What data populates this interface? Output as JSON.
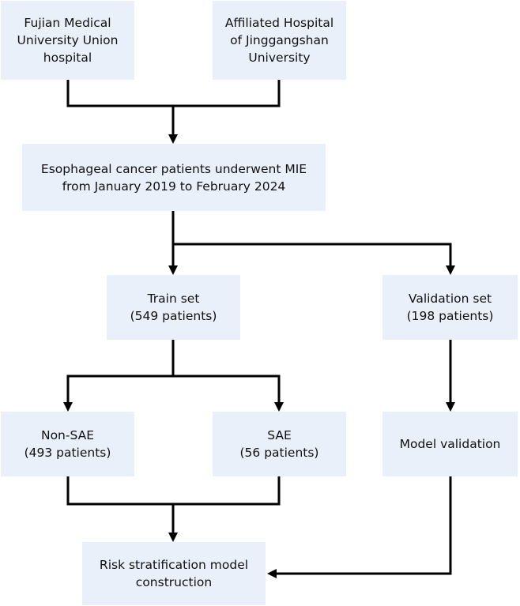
{
  "boxes": {
    "fujian": "Fujian Medical\nUniversity Union\nhospital",
    "jinggangshan": "Affiliated Hospital\nof Jinggangshan\nUniversity",
    "patients": "Esophageal cancer patients underwent MIE\nfrom January 2019 to February 2024",
    "train": "Train set\n(549 patients)",
    "validation": "Validation set\n(198 patients)",
    "non_sae": "Non-SAE\n(493 patients)",
    "sae": "SAE\n(56 patients)",
    "model_validation": "Model validation",
    "risk_model": "Risk stratification model\nconstruction"
  },
  "colors": {
    "box_fill": "#e9f0f9",
    "line": "#000000",
    "text": "#111111"
  }
}
